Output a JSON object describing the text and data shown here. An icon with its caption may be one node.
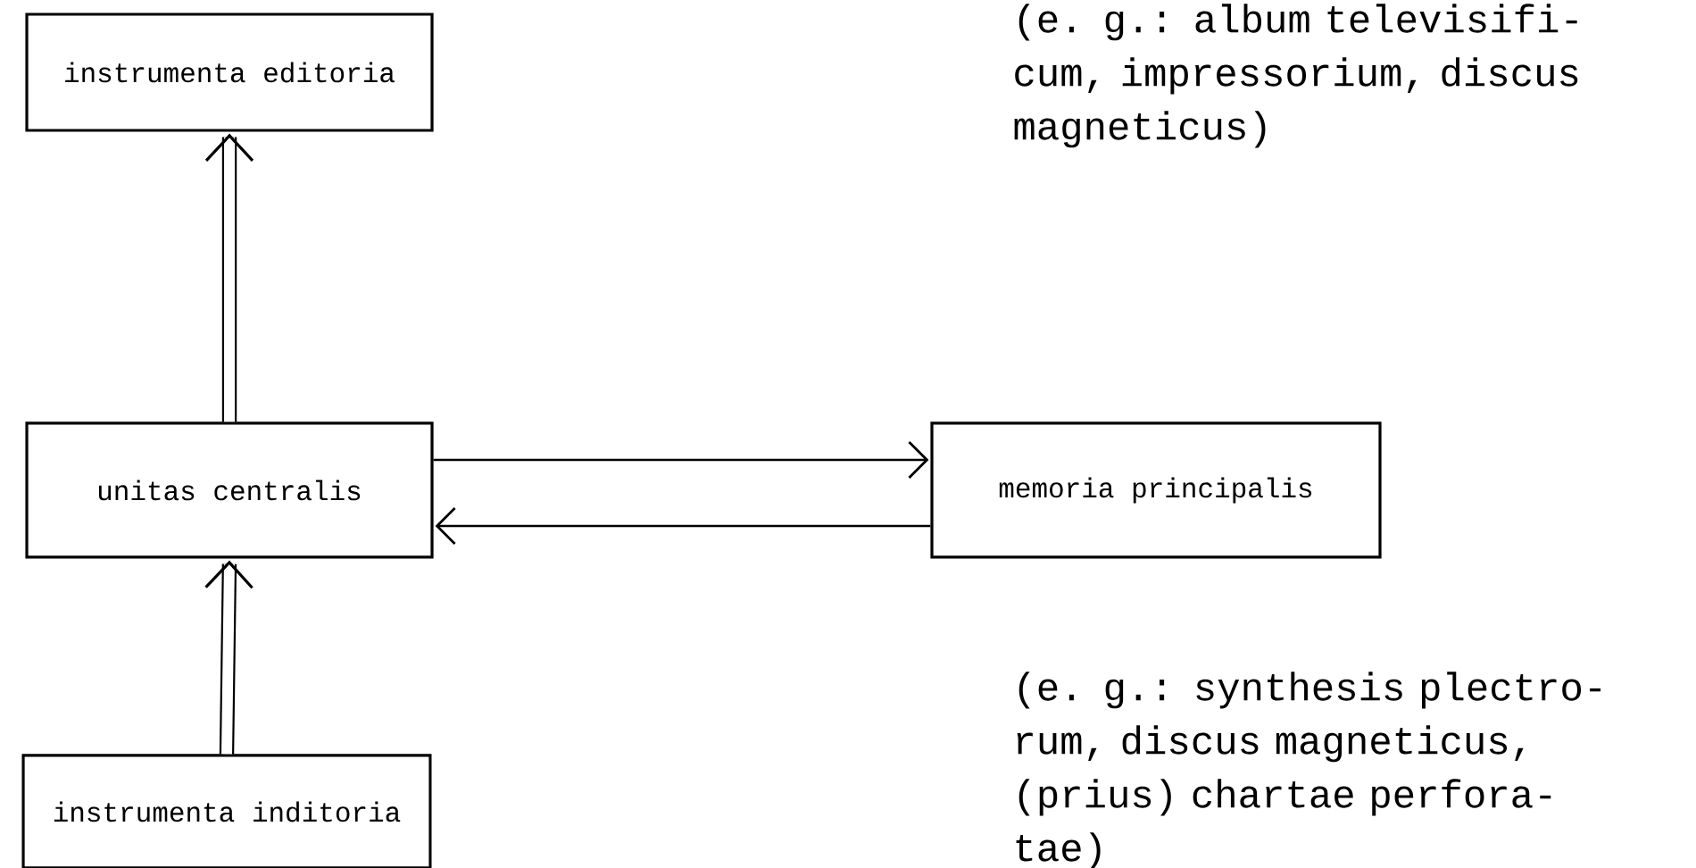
{
  "diagram": {
    "nodes": [
      {
        "text": [
          "instrumenta editoria"
        ]
      },
      {
        "text": [
          "unitas centralis"
        ]
      },
      {
        "text": [
          "memoria principalis"
        ]
      },
      {
        "text": [
          "instrumenta inditoria"
        ]
      }
    ],
    "labels": [
      "(e. g.: album televisifi- cum, impressorium, discus magneticus)",
      "(e. g.: synthesis plectro- rum, discus magneticus, (prius) chartae perfora- tae)"
    ],
    "edges": [
      {
        "from": 1,
        "to": 0,
        "arrow": "to",
        "style": "thick"
      },
      {
        "from": 3,
        "to": 1,
        "arrow": "to",
        "style": "thick"
      },
      {
        "from": 1,
        "to": 2,
        "arrow": "to"
      },
      {
        "from": 2,
        "to": 1,
        "arrow": "to"
      }
    ]
  }
}
